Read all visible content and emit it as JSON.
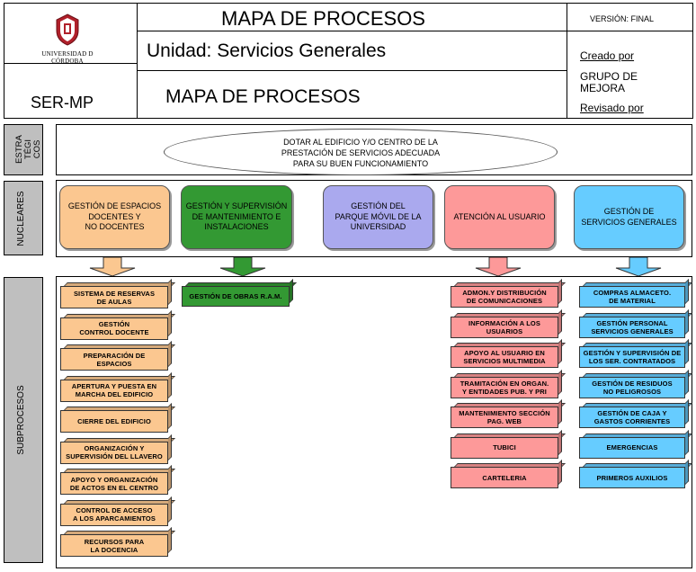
{
  "header": {
    "logo_caption": "UNIVERSIDAD D CÓRDOBA",
    "code": "SER-MP",
    "main_title": "MAPA DE PROCESOS",
    "unit": "Unidad: Servicios Generales",
    "subtitle": "MAPA DE PROCESOS",
    "version": "VERSIÓN: FINAL",
    "created_by_label": "Creado por",
    "created_by_value_1": "GRUPO DE",
    "created_by_value_2": "MEJORA",
    "reviewed_by_label": "Revisado por"
  },
  "sections": {
    "strategic_1": "ESTRA",
    "strategic_2": "TÉGI",
    "strategic_3": "COS",
    "nuclear": "NUCLEARES",
    "sub": "SUBPROCESOS"
  },
  "strategic": {
    "line1": "DOTAR AL EDIFICIO Y/O CENTRO DE LA",
    "line2": "PRESTACIÓN DE SERVICIOS ADECUADA",
    "line3": "PARA  SU BUEN  FUNCIONAMIENTO"
  },
  "colors": {
    "orange": "#fbc790",
    "green": "#339933",
    "lavender": "#aaa9ee",
    "pink": "#fd9999",
    "blue": "#66ccff",
    "tab_gray": "#bfbfbf"
  },
  "nucleares": [
    {
      "l1": "GESTIÓN DE ESPACIOS",
      "l2": "DOCENTES  Y",
      "l3": "NO DOCENTES"
    },
    {
      "l1": "GESTIÓN Y SUPERVISIÓN",
      "l2": "DE MANTENIMIENTO E",
      "l3": "INSTALACIONES"
    },
    {
      "l1": "GESTIÓN DEL",
      "l2": "PARQUE MÓVIL DE LA",
      "l3": "UNIVERSIDAD"
    },
    {
      "l1": "ATENCIÓN AL USUARIO",
      "l2": "",
      "l3": ""
    },
    {
      "l1": "GESTIÓN DE",
      "l2": "SERVICIOS GENERALES",
      "l3": ""
    }
  ],
  "sub_orange": [
    {
      "l1": "SISTEMA DE RESERVAS",
      "l2": "DE AULAS"
    },
    {
      "l1": "GESTIÓN",
      "l2": "CONTROL DOCENTE"
    },
    {
      "l1": "PREPARACIÓN DE",
      "l2": "ESPACIOS"
    },
    {
      "l1": "APERTURA  Y PUESTA EN",
      "l2": "MARCHA DEL EDIFICIO"
    },
    {
      "l1": "CIERRE DEL EDIFICIO",
      "l2": ""
    },
    {
      "l1": "ORGANIZACIÓN Y",
      "l2": "SUPERVISIÓN DEL LLAVERO"
    },
    {
      "l1": "APOYO Y ORGANIZACIÓN",
      "l2": "DE  ACTOS EN EL CENTRO"
    },
    {
      "l1": "CONTROL  DE ACCESO",
      "l2": "A LOS APARCAMIENTOS"
    },
    {
      "l1": "RECURSOS PARA",
      "l2": "LA DOCENCIA"
    }
  ],
  "sub_green": [
    {
      "l1": "GESTIÓN DE  OBRAS R.A.M.",
      "l2": ""
    }
  ],
  "sub_pink": [
    {
      "l1": "ADMON.Y  DISTRIBUCIÓN",
      "l2": "DE COMUNICACIONES"
    },
    {
      "l1": "INFORMACIÓN A LOS",
      "l2": "USUARIOS"
    },
    {
      "l1": "APOYO AL USUARIO EN",
      "l2": "SERVICIOS  MULTIMEDIA"
    },
    {
      "l1": "TRAMITACIÓN  EN ORGAN.",
      "l2": "Y ENTIDADES  PUB. Y PRI"
    },
    {
      "l1": "MANTENIMIENTO SECCIÓN",
      "l2": "PAG. WEB"
    },
    {
      "l1": "TUBICI",
      "l2": ""
    },
    {
      "l1": "CARTELERIA",
      "l2": ""
    }
  ],
  "sub_blue": [
    {
      "l1": "COMPRAS ALMACETO.",
      "l2": "DE MATERIAL"
    },
    {
      "l1": "GESTIÓN PERSONAL",
      "l2": "SERVICIOS  GENERALES"
    },
    {
      "l1": "GESTIÓN Y SUPERVISIÓN DE",
      "l2": "LOS SER. CONTRATADOS"
    },
    {
      "l1": "GESTIÓN DE RESIDUOS",
      "l2": "NO PELIGROSOS"
    },
    {
      "l1": "GESTIÓN DE CAJA Y",
      "l2": "GASTOS CORRIENTES"
    },
    {
      "l1": "EMERGENCIAS",
      "l2": ""
    },
    {
      "l1": "PRIMEROS AUXILIOS",
      "l2": ""
    }
  ]
}
